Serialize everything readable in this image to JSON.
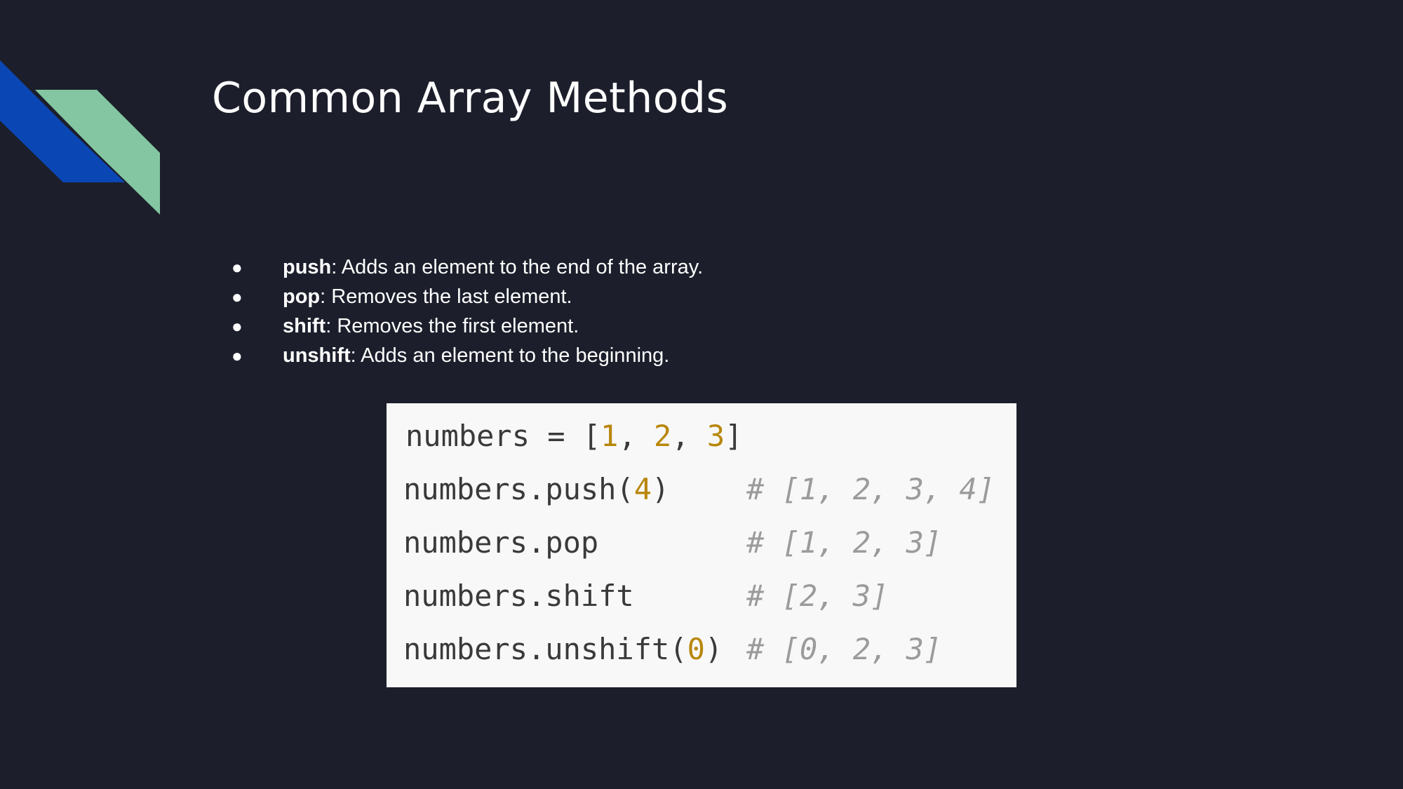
{
  "slide": {
    "title": "Common Array Methods",
    "bullets": [
      {
        "bullet": "●",
        "term": "push",
        "text": ": Adds an element to the end of the array."
      },
      {
        "bullet": "●",
        "term": "pop",
        "text": ": Removes the last element."
      },
      {
        "bullet": "●",
        "term": "shift",
        "text": ": Removes the first element."
      },
      {
        "bullet": "●",
        "term": "unshift",
        "text": ": Adds an element to the beginning."
      }
    ],
    "code": {
      "line1": {
        "pre": "numbers = [",
        "n1": "1",
        "sep1": ", ",
        "n2": "2",
        "sep2": ", ",
        "n3": "3",
        "post": "]"
      },
      "line2": {
        "pre": "numbers.push(",
        "n1": "4",
        "post": ")",
        "comment": "# [1, 2, 3, 4]"
      },
      "line3": {
        "code": "numbers.pop",
        "comment": "# [1, 2, 3]"
      },
      "line4": {
        "code": "numbers.shift",
        "comment": "# [2, 3]"
      },
      "line5": {
        "pre": "numbers.unshift(",
        "n1": "0",
        "post": ")",
        "comment": "# [0, 2, 3]"
      }
    }
  },
  "colors": {
    "background": "#1c1f2b",
    "accent_blue": "#0a47b5",
    "accent_green": "#84c6a1",
    "code_background": "#f8f8f8",
    "code_number": "#b8870b",
    "code_comment": "#9b9b9b"
  }
}
